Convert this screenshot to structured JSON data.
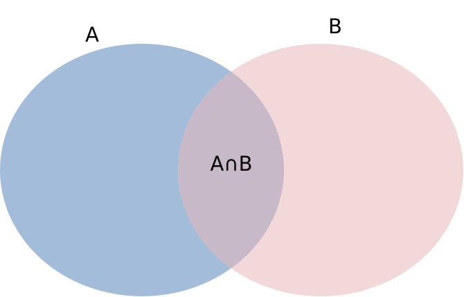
{
  "diagram": {
    "type": "venn",
    "sets": [
      {
        "label": "A",
        "color": "#a3bcda"
      },
      {
        "label": "B",
        "color": "#f2d8d8"
      }
    ],
    "intersection": {
      "label": "A∩B",
      "color": "#c8b9c9"
    }
  }
}
